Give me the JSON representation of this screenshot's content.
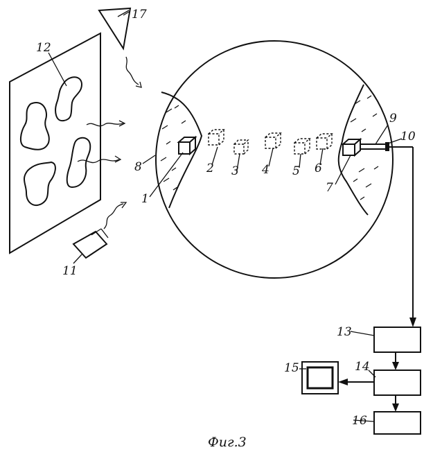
{
  "caption": "Фиг.3",
  "labels": {
    "n1": "1",
    "n2": "2",
    "n3": "3",
    "n4": "4",
    "n5": "5",
    "n6": "6",
    "n7": "7",
    "n8": "8",
    "n9": "9",
    "n10": "10",
    "n11": "11",
    "n12": "12",
    "n13": "13",
    "n14": "14",
    "n15": "15",
    "n16": "16",
    "n17": "17"
  }
}
